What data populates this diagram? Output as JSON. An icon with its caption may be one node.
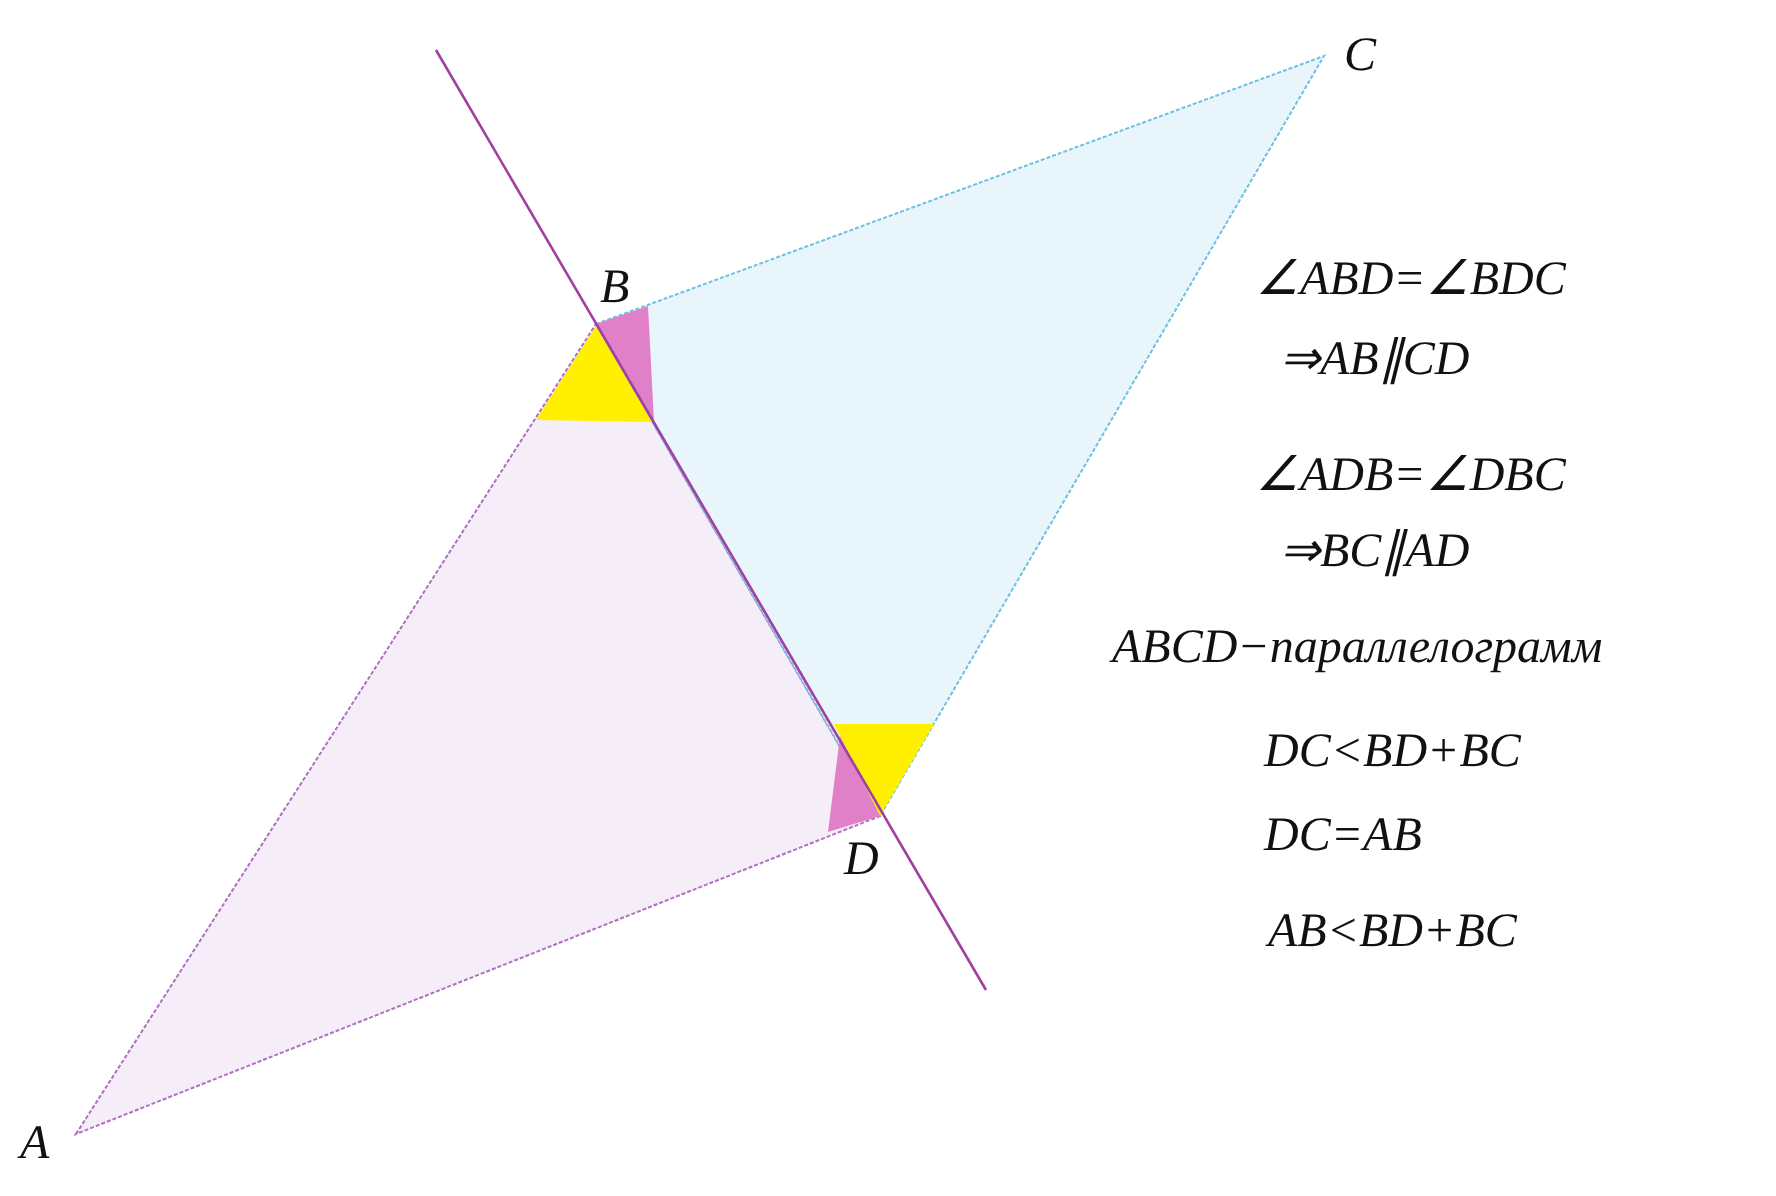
{
  "diagram": {
    "labels": [
      "C",
      "B",
      "∠ABD=∠BDC",
      "⇒AB∥CD",
      "∠ADB=∠DBC",
      "⇒BC∥AD",
      "ABCD−параллелограмм",
      "DC<BD+BC",
      "D",
      "DC=AB",
      "AB<BD+BC",
      "A"
    ]
  }
}
